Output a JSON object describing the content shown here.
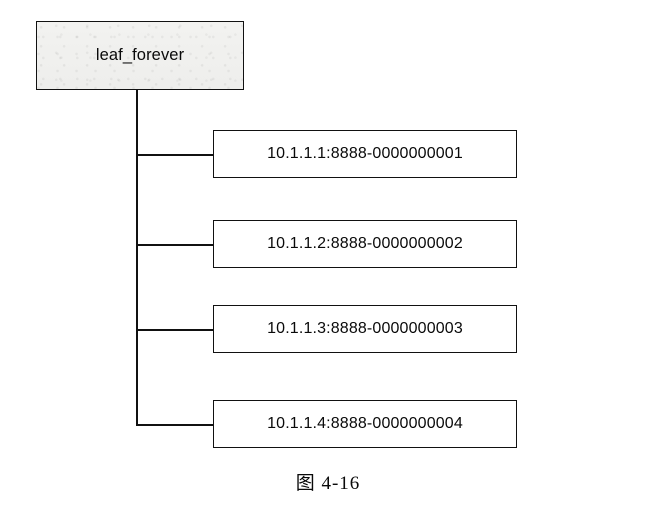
{
  "figure": {
    "caption": "图 4-16",
    "root": {
      "label": "leaf_forever"
    },
    "children": [
      {
        "label": "10.1.1.1:8888-0000000001"
      },
      {
        "label": "10.1.1.2:8888-0000000002"
      },
      {
        "label": "10.1.1.3:8888-0000000003"
      },
      {
        "label": "10.1.1.4:8888-0000000004"
      }
    ]
  },
  "colors": {
    "line": "#111111",
    "text": "#0a0a0a",
    "root_fill": "#f0f0ee",
    "leaf_fill": "#ffffff",
    "page_background": "#ffffff"
  }
}
